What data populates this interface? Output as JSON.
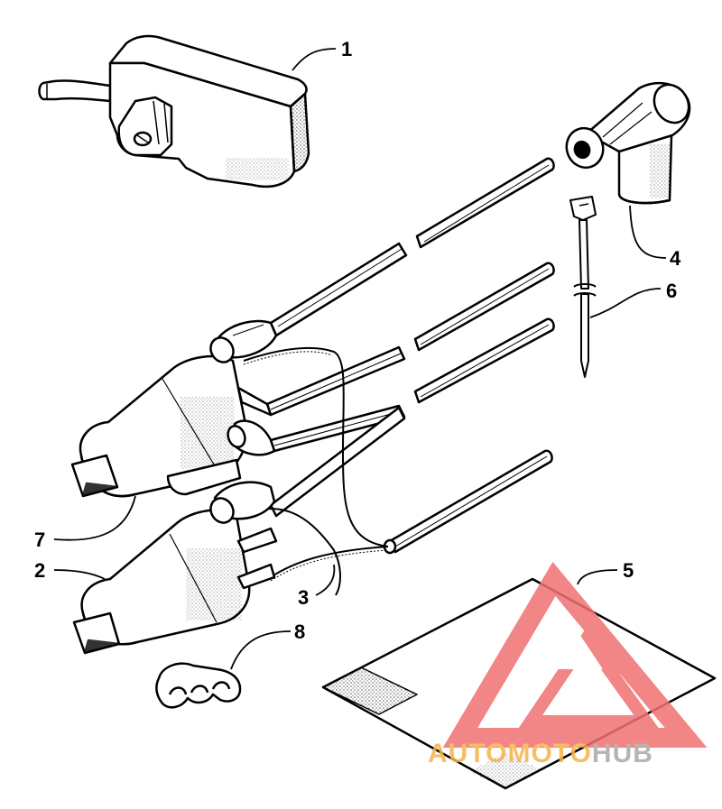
{
  "callouts": {
    "part_1": "1",
    "part_2": "2",
    "part_3": "3",
    "part_4": "4",
    "part_5": "5",
    "part_6": "6",
    "part_7": "7",
    "part_8": "8"
  },
  "watermark": {
    "text_primary": "AUTOMOTO",
    "text_secondary": "HUB",
    "color_red": "#f07070",
    "color_orange": "#f6b24a",
    "color_gray": "#a9a9a9"
  },
  "colors": {
    "line": "#000000",
    "background": "#ffffff"
  }
}
